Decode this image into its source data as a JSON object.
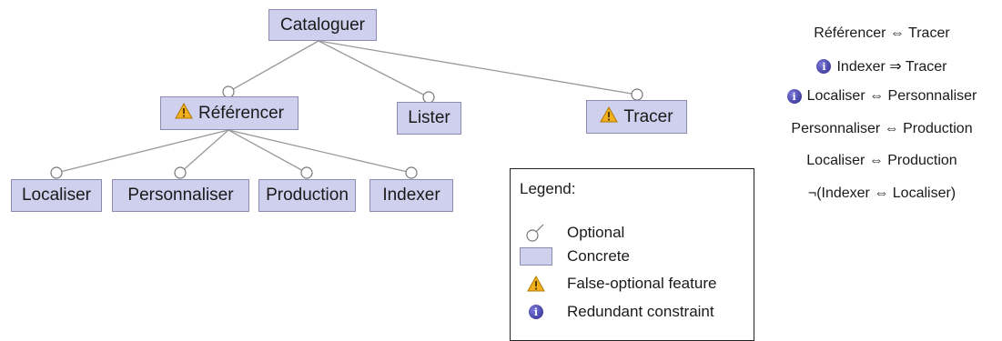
{
  "features": {
    "catalogue": "Cataloguer",
    "referencer": "Référencer",
    "lister": "Lister",
    "tracer": "Tracer",
    "localiser": "Localiser",
    "personnaliser": "Personnaliser",
    "production": "Production",
    "indexer": "Indexer"
  },
  "legend": {
    "title": "Legend:",
    "optional": "Optional",
    "concrete": "Concrete",
    "false_optional": "False-optional feature",
    "redundant": "Redundant constraint"
  },
  "constraints": [
    {
      "text": "Référencer ⇔ Tracer",
      "redundant": false
    },
    {
      "text": "Indexer ⇒ Tracer",
      "redundant": true
    },
    {
      "text": "Localiser ⇔ Personnaliser",
      "redundant": true
    },
    {
      "text": "Personnaliser ⇔ Production",
      "redundant": false
    },
    {
      "text": "Localiser ⇔ Production",
      "redundant": false
    },
    {
      "text": "¬(Indexer ⇔ Localiser)",
      "redundant": false
    }
  ],
  "colors": {
    "node_fill": "#cfcfee",
    "node_border": "#8c8cb0",
    "edge": "#999999",
    "warning": "#f2b01e",
    "info": "#2c2a8a"
  },
  "icons": {
    "warning": "warning-icon",
    "info": "info-icon",
    "optional": "optional-circle-icon"
  }
}
